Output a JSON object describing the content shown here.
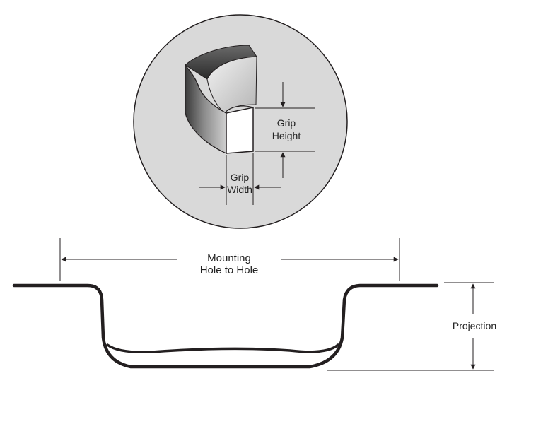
{
  "labels": {
    "grip_height_line1": "Grip",
    "grip_height_line2": "Height",
    "grip_width_line1": "Grip",
    "grip_width_line2": "Width",
    "mounting_line1": "Mounting",
    "mounting_line2": "Hole to Hole",
    "projection": "Projection"
  },
  "colors": {
    "circle_fill": "#d9d9d9",
    "line": "#231f20",
    "profile": "#231f20"
  }
}
